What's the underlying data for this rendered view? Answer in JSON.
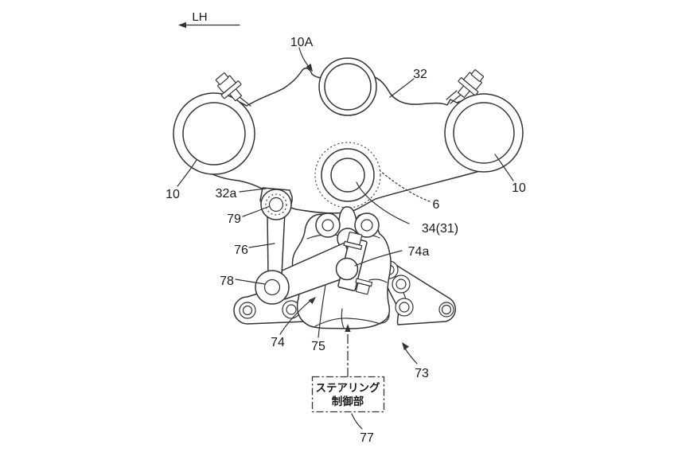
{
  "direction": {
    "label": "LH"
  },
  "labels": {
    "top_piece": "10A",
    "bridge": "32",
    "fork_left": "10",
    "fork_right": "10",
    "bridge_lug": "32a",
    "upper_joint": "79",
    "link_rod": "76",
    "lower_joint": "78",
    "head_pipe": "6",
    "stem": "34(31)",
    "ball_joint": "74a",
    "plate_front": "74",
    "actuator": "75",
    "plate": "73",
    "controller": "77"
  },
  "control_box": {
    "line1": "ステアリング",
    "line2": "制御部"
  },
  "colors": {
    "line": "#333333",
    "text": "#1a1a1a",
    "background": "#ffffff"
  }
}
